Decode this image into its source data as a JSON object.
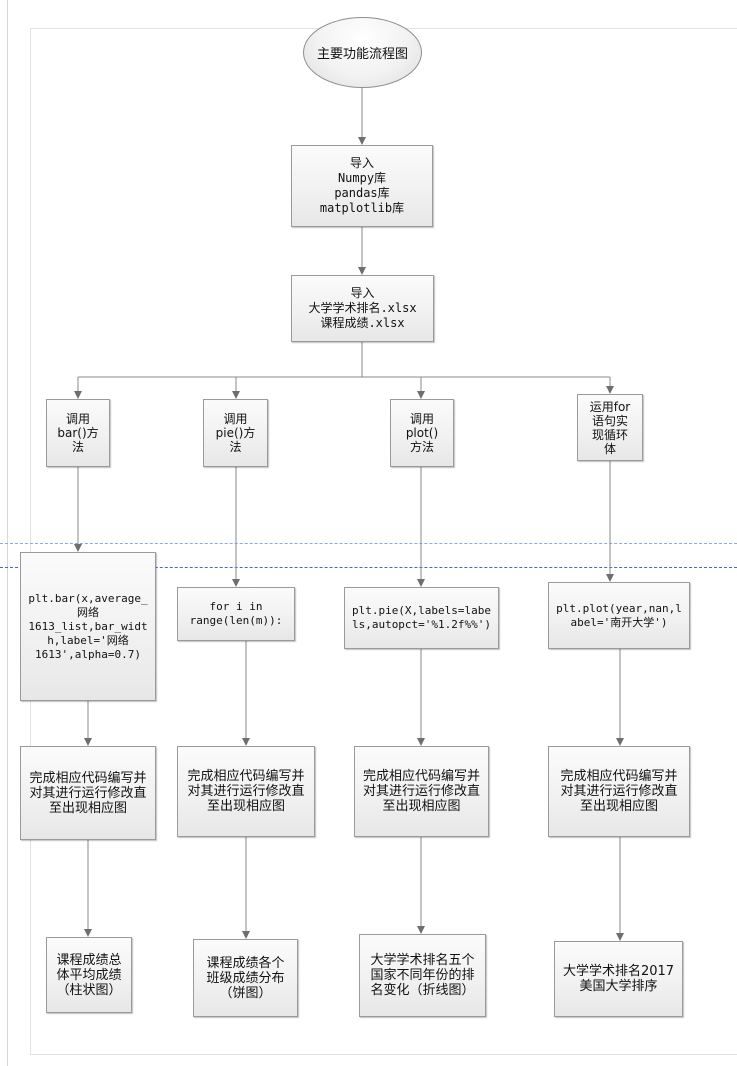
{
  "start": "主要功能流程图",
  "import_libs": "导入\nNumpy库\npandas库\nmatplotlib库",
  "import_files": "导入\n大学学术排名.xlsx\n课程成绩.xlsx",
  "branches": [
    {
      "method": "调用\nbar()方\n法",
      "code": "plt.bar(x,average_\n网络\n1613_list,bar_widt\nh,label='网络\n1613',alpha=0.7)",
      "step": "完成相应代码编写并\n对其进行运行修改直\n至出现相应图",
      "result": "课程成绩总\n体平均成绩\n（柱状图）"
    },
    {
      "method": "调用\npie()方\n法",
      "code": "for i in\nrange(len(m)):",
      "step": "完成相应代码编写并\n对其进行运行修改直\n至出现相应图",
      "result": "课程成绩各个\n班级成绩分布\n（饼图）"
    },
    {
      "method": "调用\nplot()\n方法",
      "code": "plt.pie(X,labels=labe\nls,autopct='%1.2f%%')",
      "step": "完成相应代码编写并\n对其进行运行修改直\n至出现相应图",
      "result": "大学学术排名五个\n国家不同年份的排\n名变化（折线图）"
    },
    {
      "method": "运用for\n语句实\n现循环\n体",
      "code": "plt.plot(year,nan,l\nabel='南开大学')",
      "step": "完成相应代码编写并\n对其进行运行修改直\n至出现相应图",
      "result": "大学学术排名2017\n美国大学排序"
    }
  ]
}
